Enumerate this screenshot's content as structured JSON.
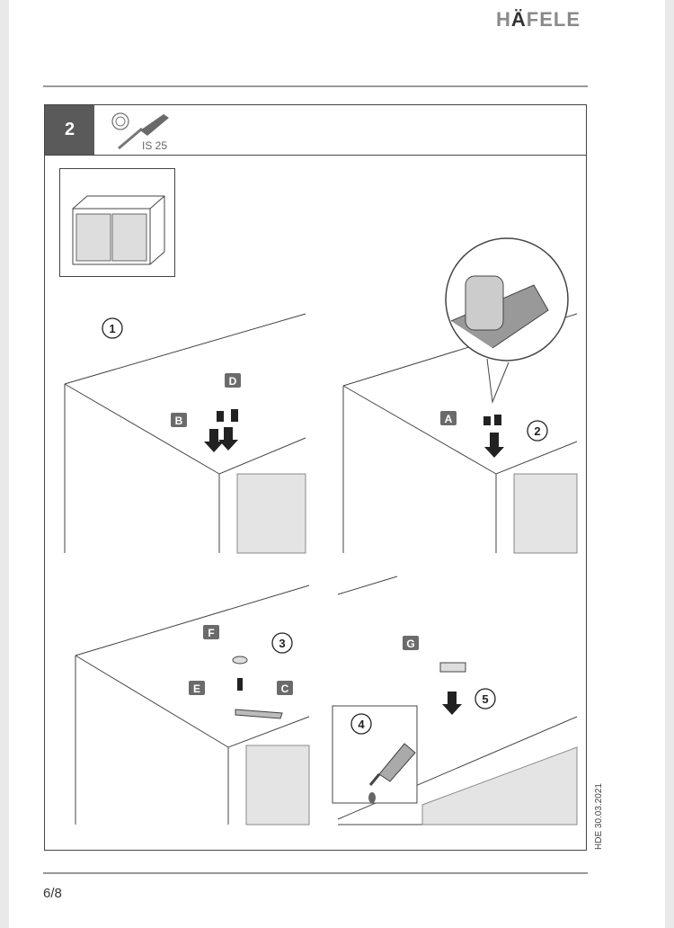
{
  "brand": {
    "logo_prefix": "H",
    "logo_umlaut": "Ä",
    "logo_suffix": "FELE"
  },
  "step": {
    "number": "2",
    "tool_label": "IS  25"
  },
  "callouts": {
    "c1": "1",
    "c2": "2",
    "c3": "3",
    "c4": "4",
    "c5": "5"
  },
  "parts": {
    "A": "A",
    "B": "B",
    "C": "C",
    "D": "D",
    "E": "E",
    "F": "F",
    "G": "G"
  },
  "footer": {
    "doc_ref": "HDE 30.03.2021",
    "page": "6/8"
  },
  "colors": {
    "tag": "#6b6b6b",
    "header_box": "#5a5a5a"
  }
}
